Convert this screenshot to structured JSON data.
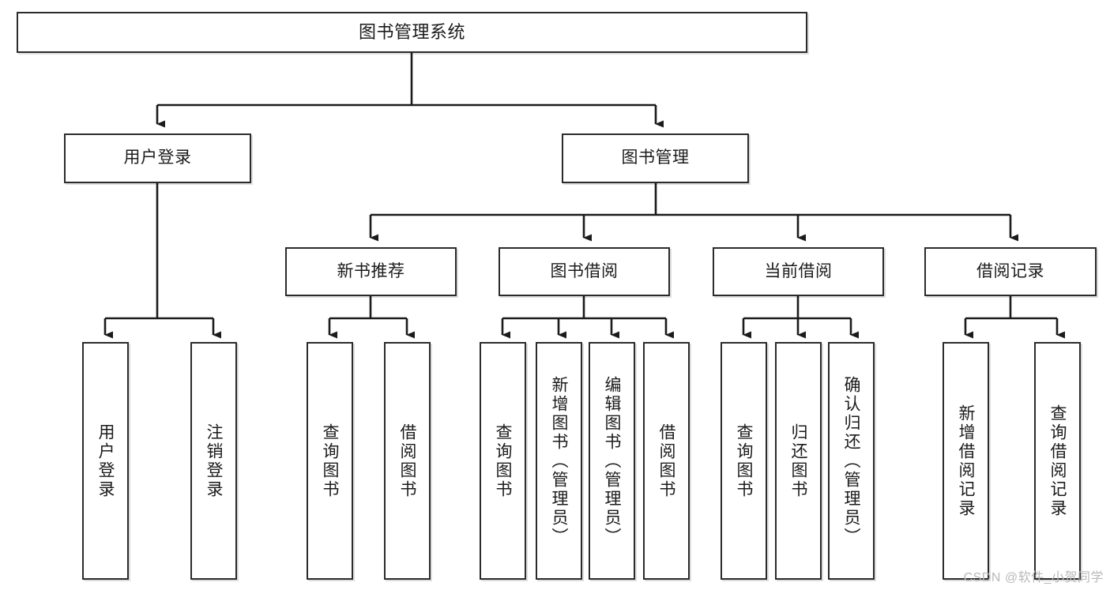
{
  "diagram": {
    "title": "图书管理系统",
    "type": "tree",
    "watermark": "CSDN @软件_小贺同学",
    "colors": {
      "box_border": "#2b2b2b",
      "box_fill": "#ffffff",
      "edge": "#1b1b1b",
      "watermark": "#b9b9b9"
    },
    "nodes": {
      "root": {
        "label": "图书管理系统"
      },
      "level2": [
        {
          "label": "用户登录"
        },
        {
          "label": "图书管理"
        }
      ],
      "level3": [
        {
          "label": "新书推荐"
        },
        {
          "label": "图书借阅"
        },
        {
          "label": "当前借阅"
        },
        {
          "label": "借阅记录"
        }
      ],
      "leaves": {
        "user_login": [
          {
            "label": "用户登录"
          },
          {
            "label": "注销登录"
          }
        ],
        "new_book_recommend": [
          {
            "label": "查询图书"
          },
          {
            "label": "借阅图书"
          }
        ],
        "book_borrow": [
          {
            "label": "查询图书"
          },
          {
            "label": "新增图书（管理员）"
          },
          {
            "label": "编辑图书（管理员）"
          },
          {
            "label": "借阅图书"
          }
        ],
        "current_borrow": [
          {
            "label": "查询图书"
          },
          {
            "label": "归还图书"
          },
          {
            "label": "确认归还（管理员）"
          }
        ],
        "borrow_record": [
          {
            "label": "新增借阅记录"
          },
          {
            "label": "查询借阅记录"
          }
        ]
      }
    }
  }
}
